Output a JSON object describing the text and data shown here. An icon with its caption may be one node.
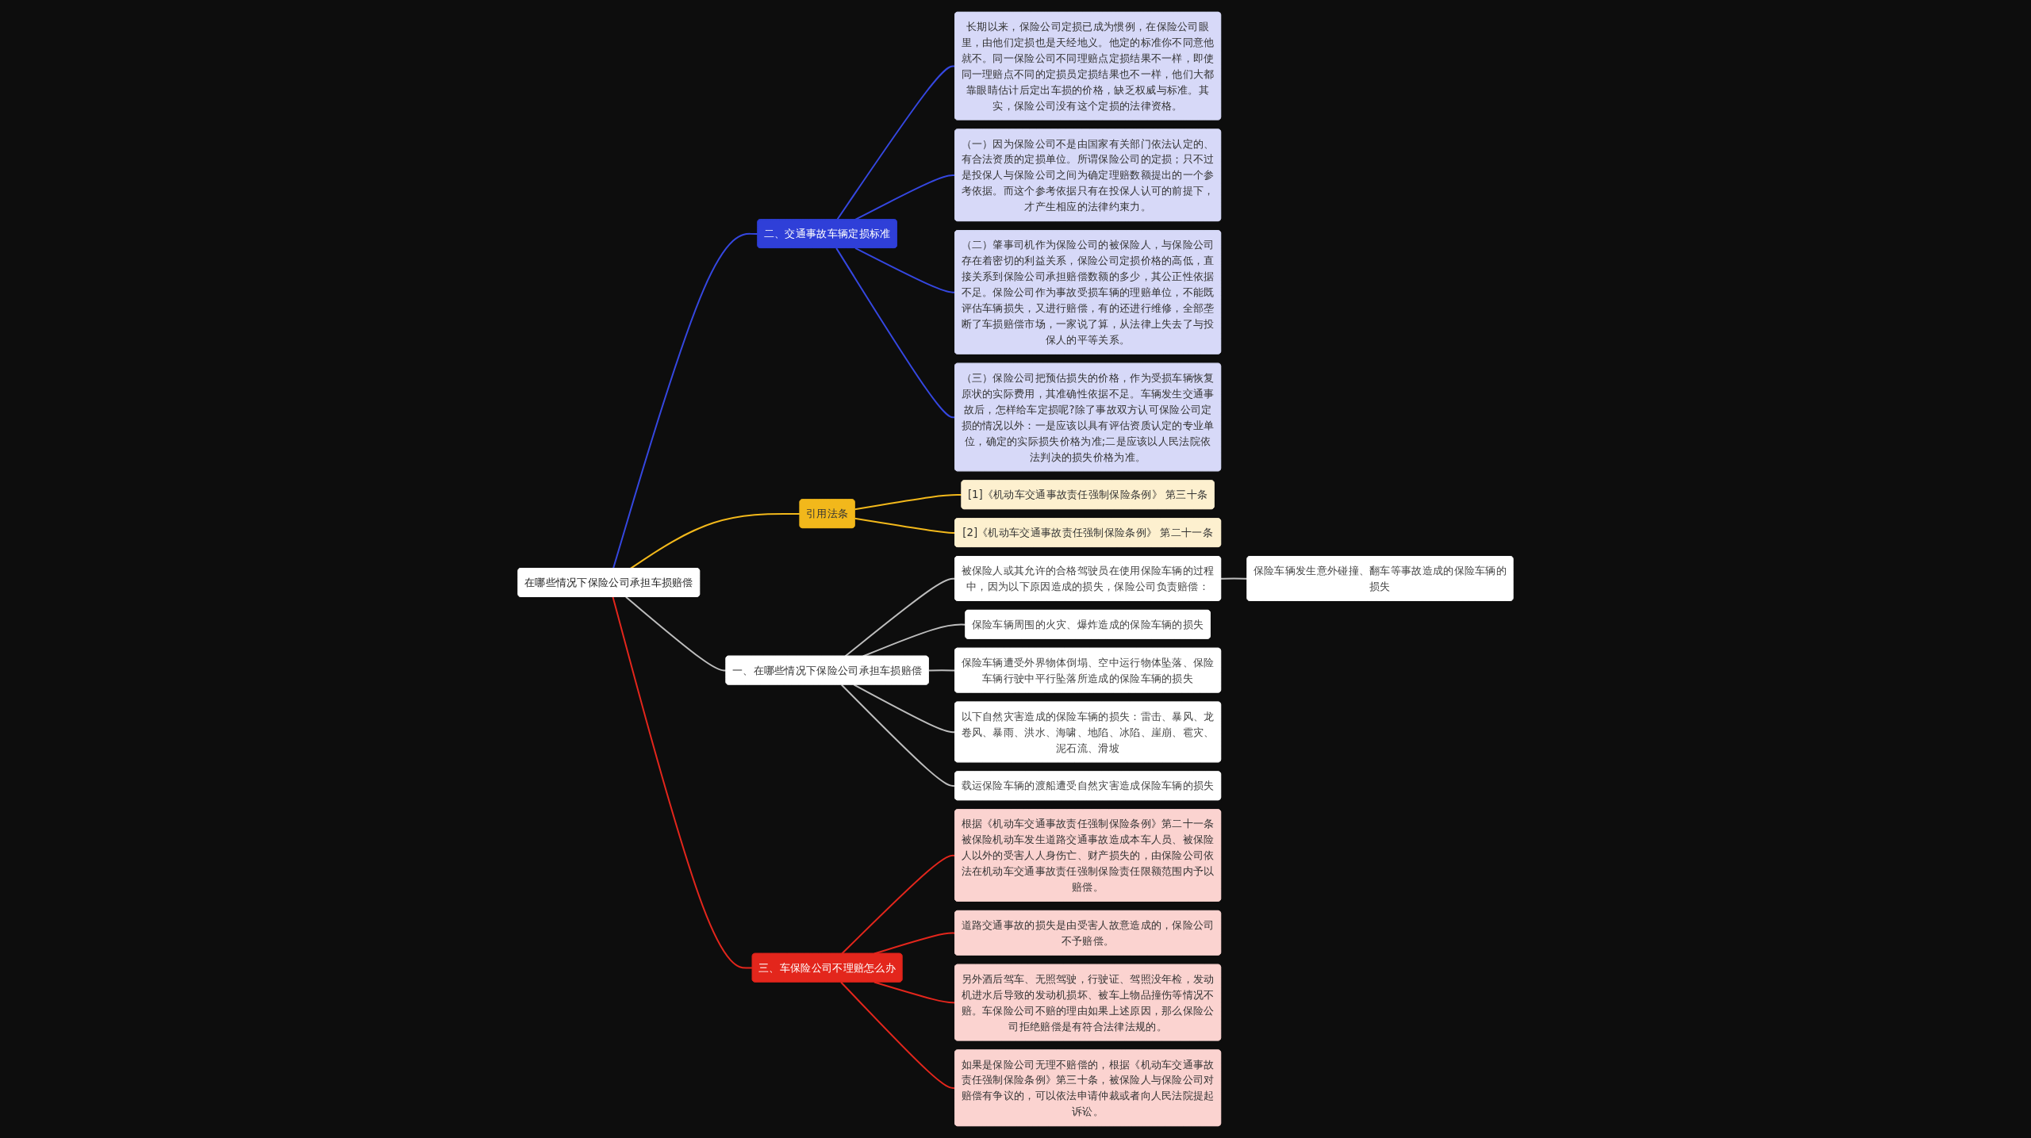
{
  "diagram": {
    "nodes": [
      {
        "text": [
          "在哪些情况下保险公司承担车损赔偿"
        ]
      },
      {
        "text": [
          "二、交通事故车辆定损标准"
        ]
      },
      {
        "text": [
          "长期以来，保险公司定损已成为惯例，在保险公司眼里，由他们定损也是天经地义。他定的标准你不同意他就不。同一保险公司不同理赔点定损结果不一样，即使同一理赔点不同的定损员定损结果也不一样，他们大都靠眼睛估计后定出车损的价格，缺乏权威与标准。其实，保险公司没有这个定损的法律资格。"
        ]
      },
      {
        "text": [
          "（一）因为保险公司不是由国家有关部门依法认定的、有合法资质的定损单位。所谓保险公司的定损；只不过是投保人与保险公司之间为确定理赔数额提出的一个参考依据。而这个参考依据只有在投保人认可的前提下，才产生相应的法律约束力。"
        ]
      },
      {
        "text": [
          "（二）肇事司机作为保险公司的被保险人，与保险公司存在着密切的利益关系，保险公司定损价格的高低，直接关系到保险公司承担赔偿数额的多少，其公正性依据不足。保险公司作为事故受损车辆的理赔单位，不能既评估车辆损失，又进行赔偿，有的还进行维修，全部垄断了车损赔偿市场，一家说了算，从法律上失去了与投保人的平等关系。"
        ]
      },
      {
        "text": [
          "（三）保险公司把预估损失的价格，作为受损车辆恢复原状的实际费用，其准确性依据不足。车辆发生交通事故后，怎样给车定损呢?除了事故双方认可保险公司定损的情况以外：一是应该以具有评估资质认定的专业单位，确定的实际损失价格为准;二是应该以人民法院依法判决的损失价格为准。"
        ]
      },
      {
        "text": [
          "引用法条"
        ]
      },
      {
        "text": [
          "[1]《机动车交通事故责任强制保险条例》 第三十条"
        ]
      },
      {
        "text": [
          "[2]《机动车交通事故责任强制保险条例》 第二十一条"
        ]
      },
      {
        "text": [
          "一、在哪些情况下保险公司承担车损赔偿"
        ]
      },
      {
        "text": [
          "被保险人或其允许的合格驾驶员在使用保险车辆的过程中，因为以下原因造成的损失，保险公司负责赔偿："
        ]
      },
      {
        "text": [
          "保险车辆发生意外碰撞、翻车等事故造成的保险车辆的损失"
        ]
      },
      {
        "text": [
          "保险车辆周围的火灾、爆炸造成的保险车辆的损失"
        ]
      },
      {
        "text": [
          "保险车辆遭受外界物体倒塌、空中运行物体坠落、保险车辆行驶中平行坠落所造成的保险车辆的损失"
        ]
      },
      {
        "text": [
          "以下自然灾害造成的保险车辆的损失：雷击、暴风、龙卷风、暴雨、洪水、海啸、地陷、冰陷、崖崩、雹灾、泥石流、滑坡"
        ]
      },
      {
        "text": [
          "载运保险车辆的渡船遭受自然灾害造成保险车辆的损失"
        ]
      },
      {
        "text": [
          "三、车保险公司不理赔怎么办"
        ]
      },
      {
        "text": [
          "根据《机动车交通事故责任强制保险条例》第二十一条被保险机动车发生道路交通事故造成本车人员、被保险人以外的受害人人身伤亡、财产损失的，由保险公司依法在机动车交通事故责任强制保险责任限额范围内予以赔偿。"
        ]
      },
      {
        "text": [
          "道路交通事故的损失是由受害人故意造成的，保险公司不予赔偿。"
        ]
      },
      {
        "text": [
          "另外酒后驾车、无照驾驶，行驶证、驾照没年检，发动机进水后导致的发动机损坏、被车上物品撞伤等情况不赔。车保险公司不赔的理由如果上述原因，那么保险公司拒绝赔偿是有符合法律法规的。"
        ]
      },
      {
        "text": [
          "如果是保险公司无理不赔偿的，根据《机动车交通事故责任强制保险条例》第三十条，被保险人与保险公司对赔偿有争议的，可以依法申请仲裁或者向人民法院提起诉讼。"
        ]
      }
    ],
    "edges": [
      {
        "from": 0,
        "to": 1,
        "arrow": "none",
        "color": "#3547e0"
      },
      {
        "from": 1,
        "to": 2,
        "arrow": "none",
        "color": "#3547e0"
      },
      {
        "from": 1,
        "to": 3,
        "arrow": "none",
        "color": "#3547e0"
      },
      {
        "from": 1,
        "to": 4,
        "arrow": "none",
        "color": "#3547e0"
      },
      {
        "from": 1,
        "to": 5,
        "arrow": "none",
        "color": "#3547e0"
      },
      {
        "from": 0,
        "to": 6,
        "arrow": "none",
        "color": "#f2b81b"
      },
      {
        "from": 6,
        "to": 7,
        "arrow": "none",
        "color": "#f2b81b"
      },
      {
        "from": 6,
        "to": 8,
        "arrow": "none",
        "color": "#f2b81b"
      },
      {
        "from": 0,
        "to": 9,
        "arrow": "none"
      },
      {
        "from": 9,
        "to": 10,
        "arrow": "none"
      },
      {
        "from": 10,
        "to": 11,
        "arrow": "none"
      },
      {
        "from": 9,
        "to": 12,
        "arrow": "none"
      },
      {
        "from": 9,
        "to": 13,
        "arrow": "none"
      },
      {
        "from": 9,
        "to": 14,
        "arrow": "none"
      },
      {
        "from": 9,
        "to": 15,
        "arrow": "none"
      },
      {
        "from": 0,
        "to": 16,
        "arrow": "none",
        "color": "#e3261c"
      },
      {
        "from": 16,
        "to": 17,
        "arrow": "none",
        "color": "#e3261c"
      },
      {
        "from": 16,
        "to": 18,
        "arrow": "none",
        "color": "#e3261c"
      },
      {
        "from": 16,
        "to": 19,
        "arrow": "none",
        "color": "#e3261c"
      },
      {
        "from": 16,
        "to": 20,
        "arrow": "none",
        "color": "#e3261c"
      }
    ]
  }
}
